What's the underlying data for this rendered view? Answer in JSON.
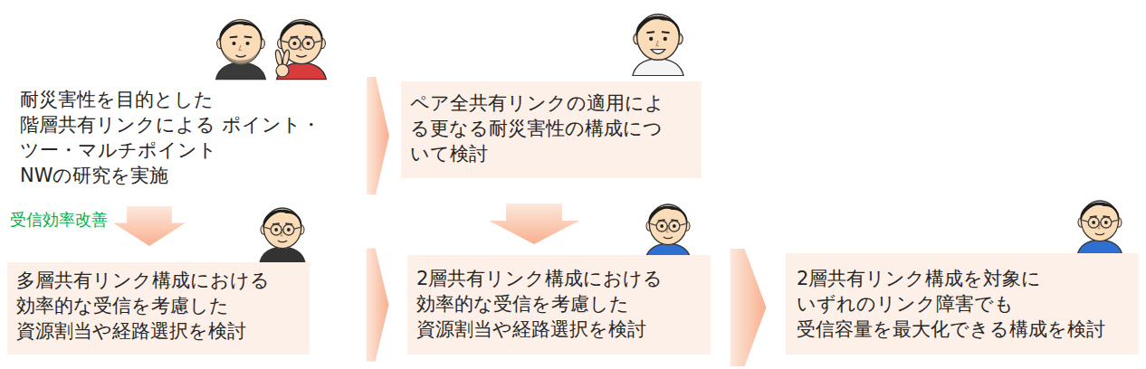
{
  "diagram": {
    "nodes": [
      {
        "text": [
          "耐災害性を目的とした 階層共有リンクによる ポイント・ツー・マルチポイント NWの研究を実施"
        ]
      },
      {
        "text": [
          "ペア全共有リンクの適用によ る更なる耐災害性の構成につ いて検討"
        ]
      },
      {
        "text": [
          "多層共有リンク構成における 効率的な受信を考慮した 資源割当や経路選択を検討"
        ]
      },
      {
        "text": [
          "2層共有リンク構成における 効率的な受信を考慮した 資源割当や経路選択を検討"
        ]
      },
      {
        "text": [
          "2層共有リンク構成を対象に いずれのリンク障害でも 受信容量を最大化できる構成を検討"
        ]
      }
    ],
    "edges": [
      {
        "from": 0,
        "to": 1,
        "arrow": "to"
      },
      {
        "from": 0,
        "to": 2,
        "arrow": "to",
        "label": "受信効率改善"
      },
      {
        "from": 1,
        "to": 3,
        "arrow": "to"
      },
      {
        "from": 2,
        "to": 3,
        "arrow": "to"
      },
      {
        "from": 3,
        "to": 4,
        "arrow": "to"
      }
    ]
  }
}
